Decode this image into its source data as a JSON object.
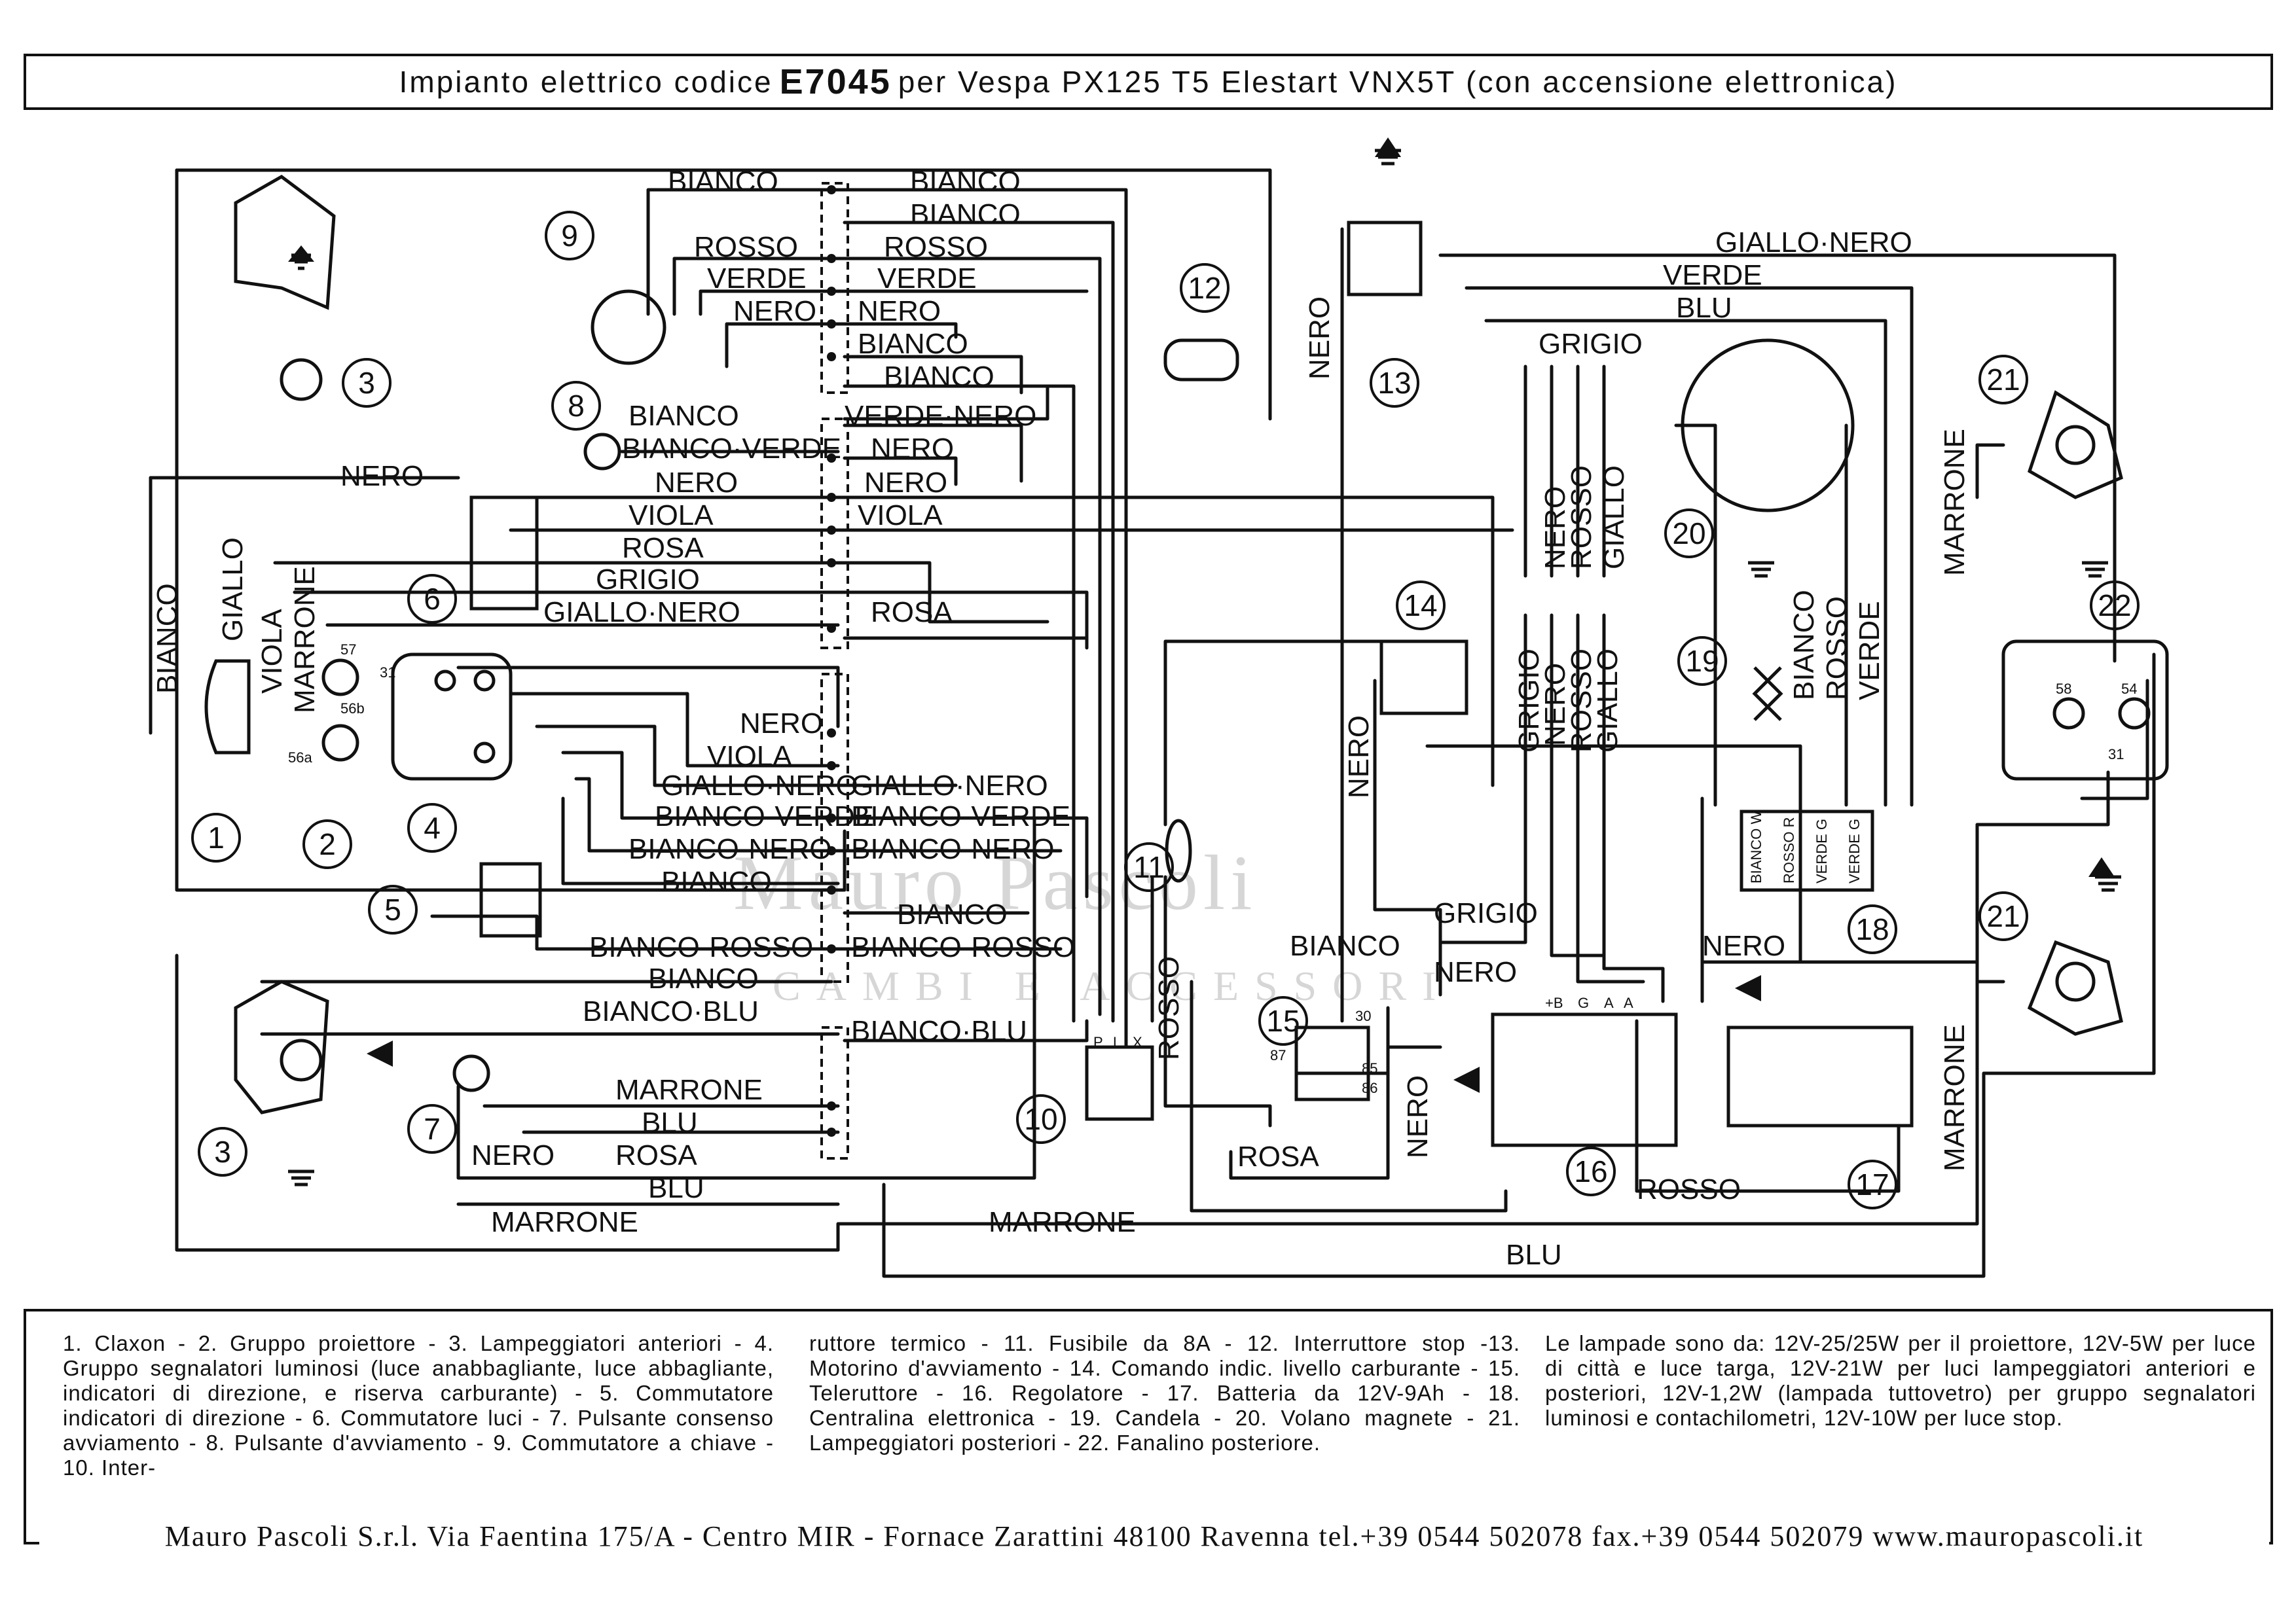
{
  "title": {
    "prefix": "Impianto elettrico codice",
    "code": "E7045",
    "suffix": "per Vespa PX125 T5 Elestart VNX5T (con accensione elettronica)"
  },
  "watermark": {
    "main": "Mauro Pascoli",
    "sub": "CAMBI E ACCESSORI"
  },
  "wire_labels": {
    "bianco": "BIANCO",
    "rosso": "ROSSO",
    "verde": "VERDE",
    "nero": "NERO",
    "verde_nero": "VERDE·NERO",
    "bianco_verde": "BIANCO·VERDE",
    "viola": "VIOLA",
    "rosa": "ROSA",
    "grigio": "GRIGIO",
    "giallo_nero": "GIALLO·NERO",
    "giallo": "GIALLO",
    "marrone": "MARRONE",
    "bianco_nero": "BIANCO·NERO",
    "bianco_rosso": "BIANCO·ROSSO",
    "bianco_blu": "BIANCO·BLU",
    "blu": "BLU"
  },
  "terminal_labels": {
    "t57": "57",
    "t31": "31",
    "t56b": "56b",
    "t56a": "56a",
    "t58": "58",
    "t54": "54",
    "t30": "30",
    "t87": "87",
    "t85": "85",
    "t86": "86",
    "p": "P",
    "l": "L",
    "x": "X",
    "b_plus": "+B",
    "g": "G",
    "a": "A",
    "cu_bianco_w": "BIANCO W",
    "cu_rosso_r": "ROSSO R",
    "cu_verde_g1": "VERDE G",
    "cu_verde_g2": "VERDE G"
  },
  "component_numbers": [
    "1",
    "2",
    "3",
    "4",
    "5",
    "6",
    "7",
    "8",
    "9",
    "10",
    "11",
    "12",
    "13",
    "14",
    "15",
    "16",
    "17",
    "18",
    "19",
    "20",
    "21",
    "22"
  ],
  "caption": {
    "col1": "1. Claxon - 2. Gruppo proiettore - 3. Lampeggiatori anteriori - 4. Gruppo segnalatori luminosi (luce anabbagliante, luce abbagliante, indicatori di direzione, e riserva carburante) - 5. Commutatore indicatori di direzione - 6. Commutatore luci - 7. Pulsante consenso avviamento - 8. Pulsante d'avviamento - 9. Commutatore a chiave - 10. Inter-",
    "col2": "ruttore termico - 11. Fusibile da 8A - 12. Interruttore stop -13. Motorino d'avviamento - 14. Comando indic. livello carburante - 15. Teleruttore - 16. Regolatore - 17. Batteria da 12V-9Ah - 18. Centralina elettronica - 19. Candela - 20. Volano magnete - 21. Lampeggiatori posteriori - 22. Fanalino posteriore.",
    "col3": "Le lampade sono da: 12V-25/25W per il proiettore, 12V-5W per luce di città e luce targa, 12V-21W per luci lampeggiatori anteriori e posteriori, 12V-1,2W (lampada tuttovetro) per gruppo segnalatori luminosi e contachilometri, 12V-10W per luce stop."
  },
  "footer": "Mauro Pascoli S.r.l. Via Faentina 175/A - Centro MIR - Fornace Zarattini 48100 Ravenna tel.+39 0544 502078 fax.+39 0544 502079 www.mauropascoli.it"
}
